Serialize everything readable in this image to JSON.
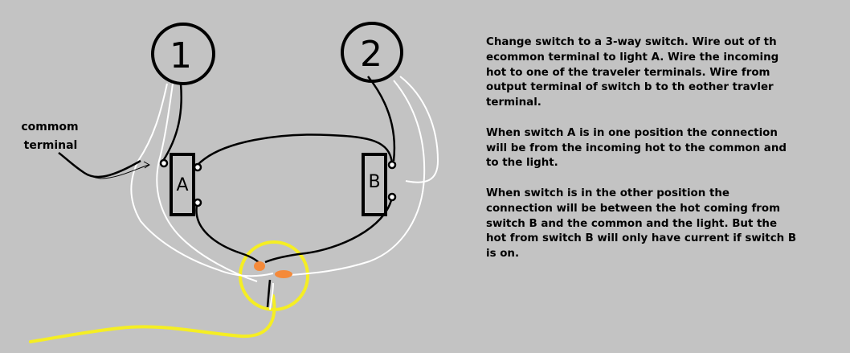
{
  "diagram": {
    "lights": [
      {
        "label": "1"
      },
      {
        "label": "2"
      }
    ],
    "switches": [
      {
        "label": "A"
      },
      {
        "label": "B"
      }
    ],
    "annotation": {
      "line1": "commom",
      "line2": "terminal"
    },
    "colors": {
      "background": "#c3c3c3",
      "wire_black": "#000000",
      "wire_white": "#ffffff",
      "highlight_circle": "#f5ee23",
      "wire_nut": "#f58a3a"
    }
  },
  "notes": {
    "paragraphs": [
      {
        "lines": [
          "Change switch to a 3-way switch.  Wire out of th",
          "ecommon terminal to light A.  Wire the incoming",
          "hot to one of the traveler terminals.  Wire from",
          "output terminal of switch b to th eother travler",
          "terminal."
        ]
      },
      {
        "lines": [
          "When switch A is in one position the connection",
          "will be from the incoming hot to the common and",
          "to the light."
        ]
      },
      {
        "lines": [
          "When switch is in the other position the",
          "connection will be between the hot coming from",
          "switch B and the common and the light. But the",
          "hot from switch B will only have current if switch B",
          "is on."
        ]
      }
    ]
  }
}
